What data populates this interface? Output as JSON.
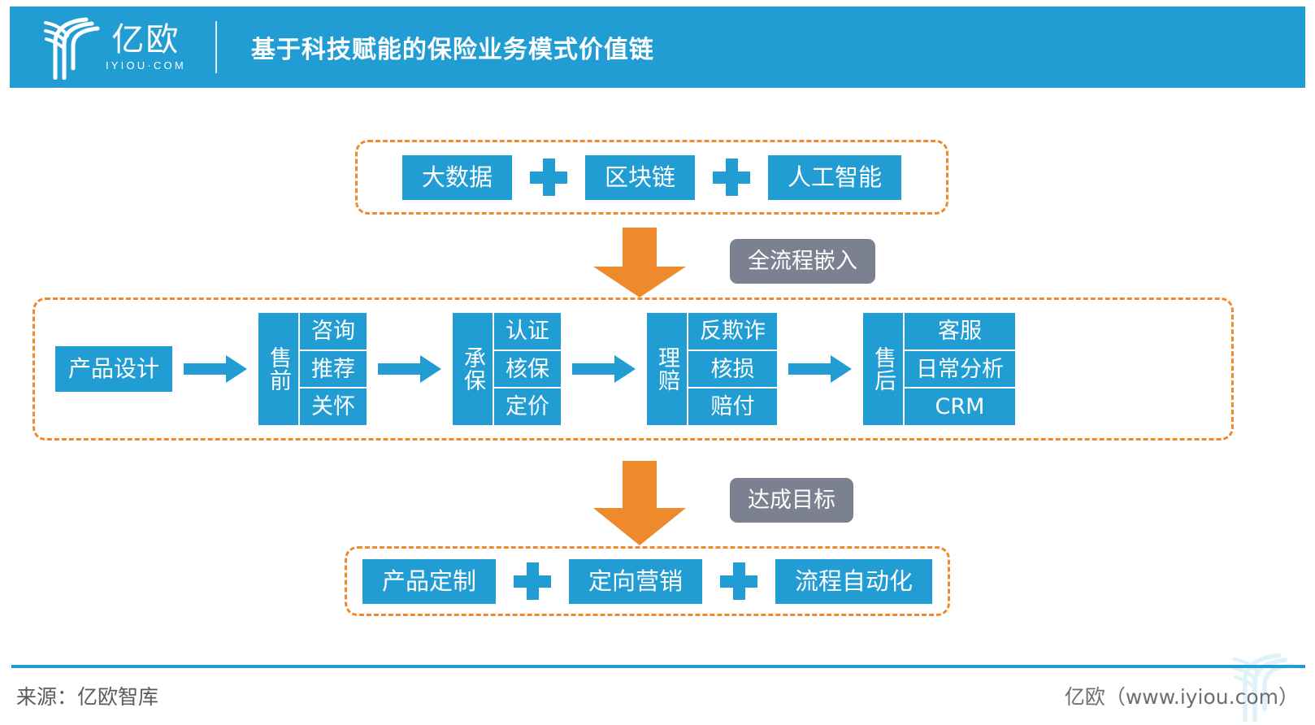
{
  "header": {
    "logo_cn": "亿欧",
    "logo_en": "IYIOU·COM",
    "logo_icon": "iyiou-tree-logo",
    "title": "基于科技赋能的保险业务模式价值链",
    "bg_color": "#229DD3"
  },
  "tech_layer": {
    "items": [
      "大数据",
      "区块链",
      "人工智能"
    ],
    "separator": "plus-icon",
    "border_color": "#EF8A2C",
    "pill_color": "#229DD3"
  },
  "embed_flow": {
    "arrow_icon": "down-arrow-icon",
    "label": "全流程嵌入",
    "label_color": "#7B8190",
    "arrow_color": "#EF8A2C"
  },
  "value_chain": {
    "start_node": "产品设计",
    "flow_arrow_icon": "right-arrow-icon",
    "stages": [
      {
        "title": "售前",
        "items": [
          "咨询",
          "推荐",
          "关怀"
        ]
      },
      {
        "title": "承保",
        "items": [
          "认证",
          "核保",
          "定价"
        ]
      },
      {
        "title": "理赔",
        "items": [
          "反欺诈",
          "核损",
          "赔付"
        ]
      },
      {
        "title": "售后",
        "items": [
          "客服",
          "日常分析",
          "CRM"
        ]
      }
    ],
    "border_color": "#EF8A2C",
    "box_color": "#229DD3"
  },
  "goal_flow": {
    "arrow_icon": "down-arrow-icon",
    "label": "达成目标",
    "label_color": "#7B8190",
    "arrow_color": "#EF8A2C"
  },
  "goal_layer": {
    "items": [
      "产品定制",
      "定向营销",
      "流程自动化"
    ],
    "separator": "plus-icon",
    "border_color": "#EF8A2C",
    "pill_color": "#229DD3"
  },
  "footer": {
    "source": "来源：亿欧智库",
    "brand": "亿欧（www.iyiou.com）",
    "rule_color": "#229DD3",
    "watermark_icon": "iyiou-tree-watermark"
  }
}
